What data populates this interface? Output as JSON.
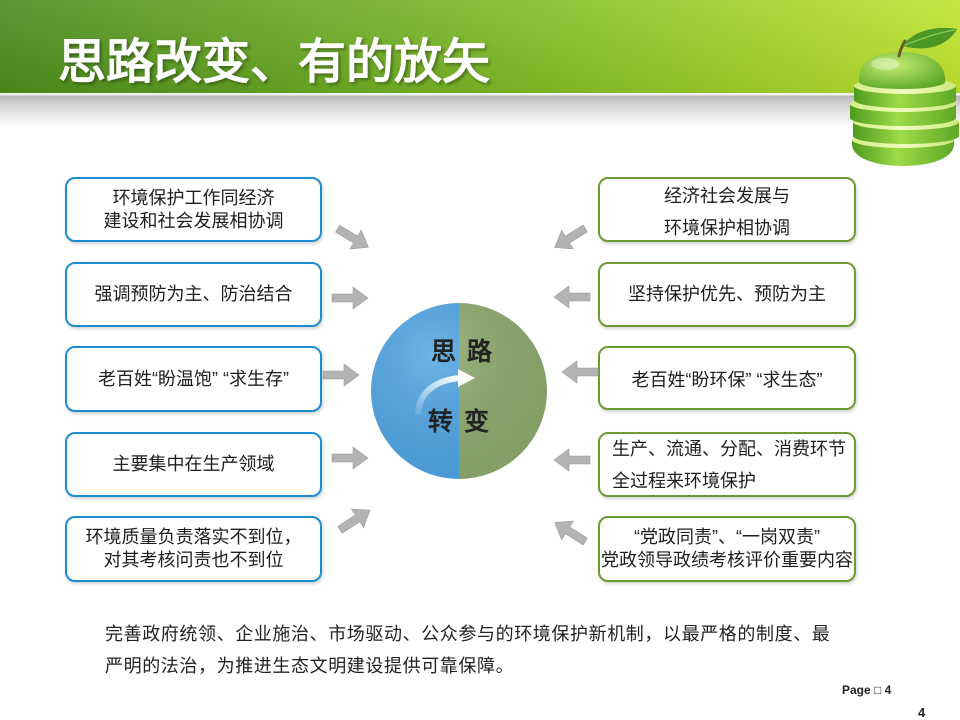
{
  "slide": {
    "title": "思路改变、有的放矢",
    "left_boxes": [
      {
        "lines": [
          "环境保护工作同经济",
          "建设和社会发展相协调"
        ]
      },
      {
        "lines": [
          "强调预防为主、防治结合"
        ]
      },
      {
        "lines": [
          "老百姓“盼温饱” “求生存”"
        ]
      },
      {
        "lines": [
          "主要集中在生产领域"
        ]
      },
      {
        "lines": [
          "环境质量负责落实不到位，",
          "对其考核问责也不到位"
        ]
      }
    ],
    "right_boxes": [
      {
        "lines": [
          "经济社会发展与",
          "环境保护相协调"
        ]
      },
      {
        "lines": [
          "坚持保护优先、预防为主"
        ]
      },
      {
        "lines": [
          "老百姓“盼环保” “求生态”"
        ]
      },
      {
        "lines": [
          "生产、流通、分配、消费环节",
          "全过程来环境保护"
        ]
      },
      {
        "lines": [
          "“党政同责”、“一岗双责”",
          "党政领导政绩考核评价重要内容"
        ]
      }
    ],
    "center": {
      "top": "思路",
      "bottom": "转变"
    },
    "summary": [
      "完善政府统领、企业施治、市场驱动、公众参与的环境保护新机制，以最严格的制度、最",
      "严明的法治，为推进生态文明建设提供可靠保障。"
    ],
    "page_label": "Page □ 4",
    "corner_number": "4"
  },
  "icons": {
    "header_decoration": "apple-icon",
    "connectors": "arrow-icon",
    "center_arrow": "curved-arrow-icon"
  },
  "colors": {
    "header_gradient": [
      "#4b8d1d",
      "#7ab826",
      "#c0e42e"
    ],
    "title_text": "#ffffff",
    "left_box_border": "#1b8dd3",
    "right_box_border": "#6c9b31",
    "circle_left": "#4ea4e4",
    "circle_right": "#8ba96d",
    "arrow": "#b3b3b3"
  }
}
